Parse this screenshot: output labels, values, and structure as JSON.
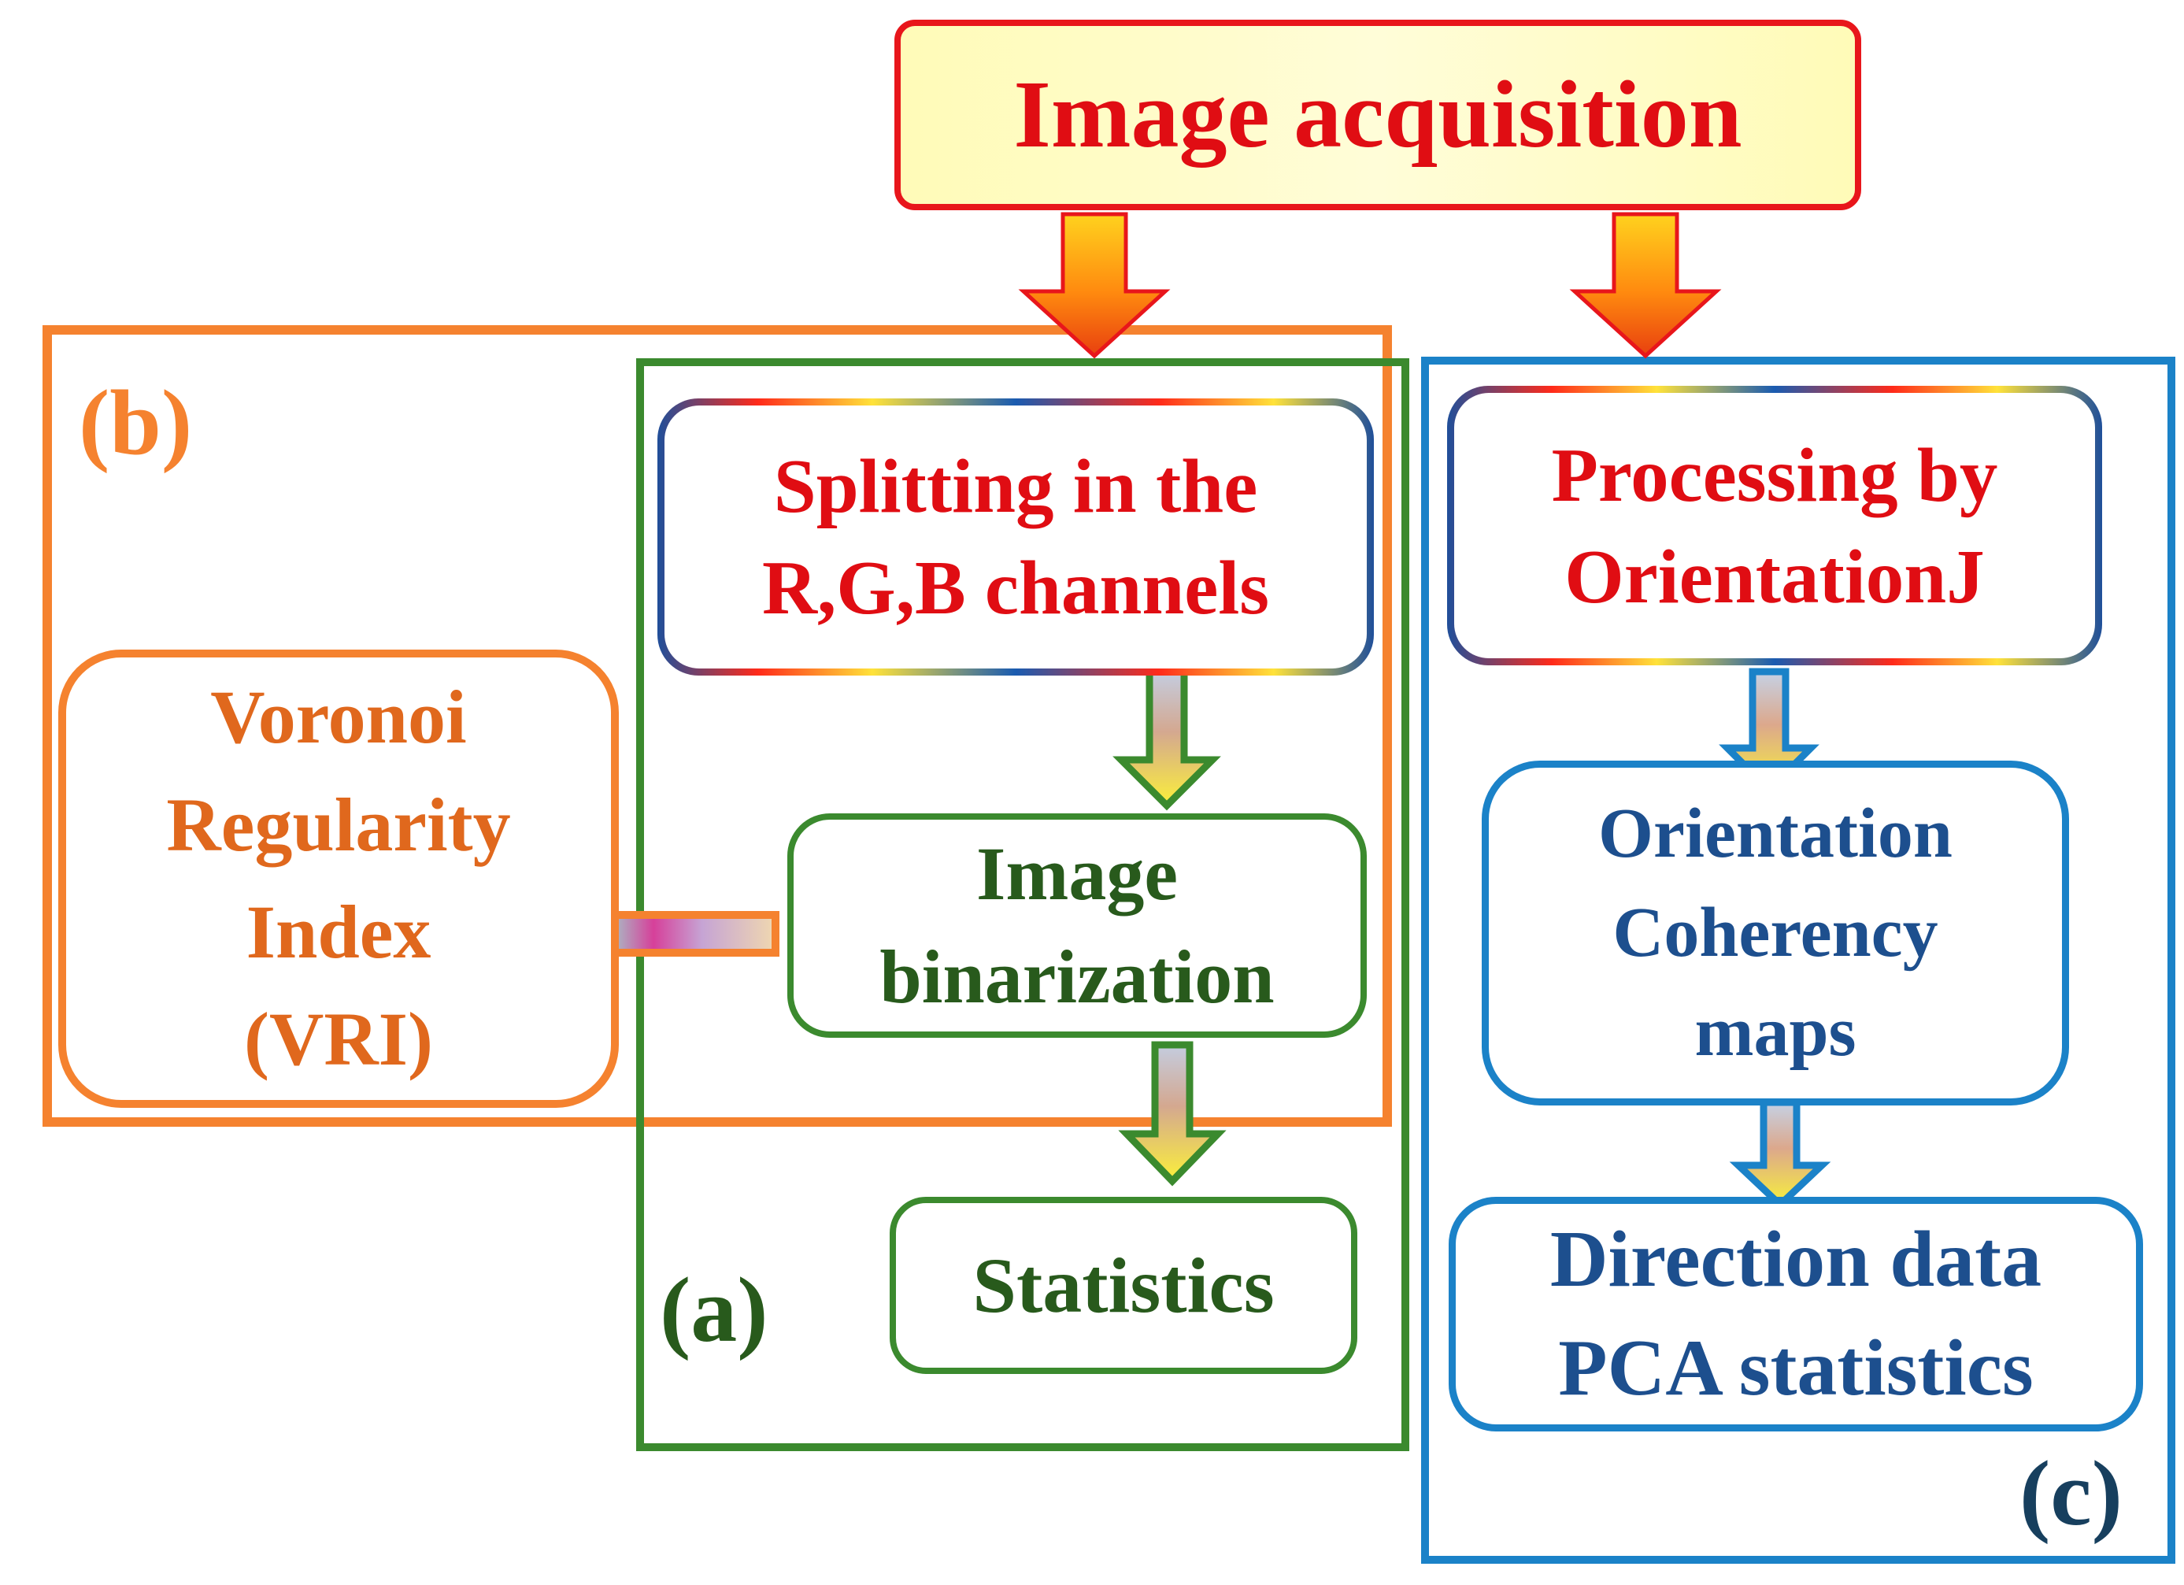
{
  "colors": {
    "top_border": "#e8161b",
    "top_fill": "#fffcc0",
    "red_text": "#e00d13",
    "orange": "#f5822f",
    "orange_text": "#e0681d",
    "green": "#3b8a2e",
    "green_text": "#285a1c",
    "blue": "#1b82c8",
    "blue_text": "#1d4f8e",
    "dark_text": "#173f5e"
  },
  "nodes": {
    "top": {
      "text": "Image acquisition"
    },
    "splitting": {
      "text": "Splitting in the\nR,G,B channels"
    },
    "binarization": {
      "text": "Image\nbinarization"
    },
    "statistics": {
      "text": "Statistics"
    },
    "voronoi": {
      "text": "Voronoi\nRegularity\nIndex\n(VRI)"
    },
    "processing": {
      "text": "Processing by\nOrientationJ"
    },
    "orientation": {
      "text": "Orientation\nCoherency\nmaps"
    },
    "direction": {
      "text": "Direction data\nPCA statistics"
    }
  },
  "labels": {
    "a": "(a)",
    "b": "(b)",
    "c": "(c)"
  }
}
